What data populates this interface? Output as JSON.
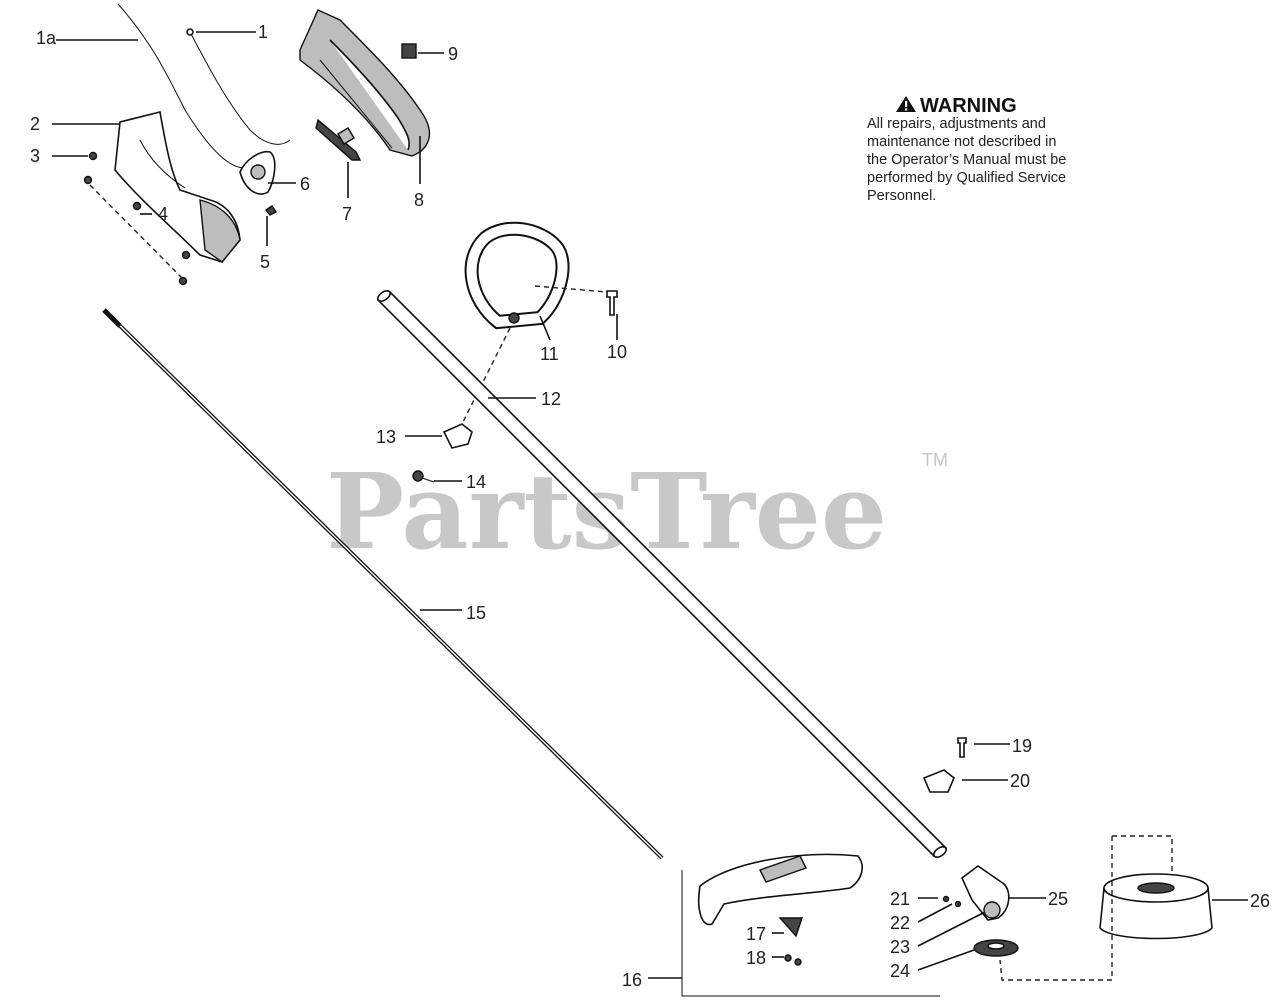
{
  "watermark": {
    "brand": "PartsTree",
    "trademark": "TM"
  },
  "warning": {
    "title": "WARNING",
    "lines": [
      "All repairs, adjustments and",
      "maintenance not described in",
      "the Operator’s Manual must be",
      "performed by Qualified Service",
      "Personnel."
    ]
  },
  "callouts": {
    "p1a": "1a",
    "p1": "1",
    "p2": "2",
    "p3": "3",
    "p4": "4",
    "p5": "5",
    "p6": "6",
    "p7": "7",
    "p8": "8",
    "p9": "9",
    "p10": "10",
    "p11": "11",
    "p12": "12",
    "p13": "13",
    "p14": "14",
    "p15": "15",
    "p16": "16",
    "p17": "17",
    "p18": "18",
    "p19": "19",
    "p20": "20",
    "p21": "21",
    "p22": "22",
    "p23": "23",
    "p24": "24",
    "p25": "25",
    "p26": "26"
  },
  "colors": {
    "line": "#111111",
    "watermark": "#c8c8c8"
  }
}
